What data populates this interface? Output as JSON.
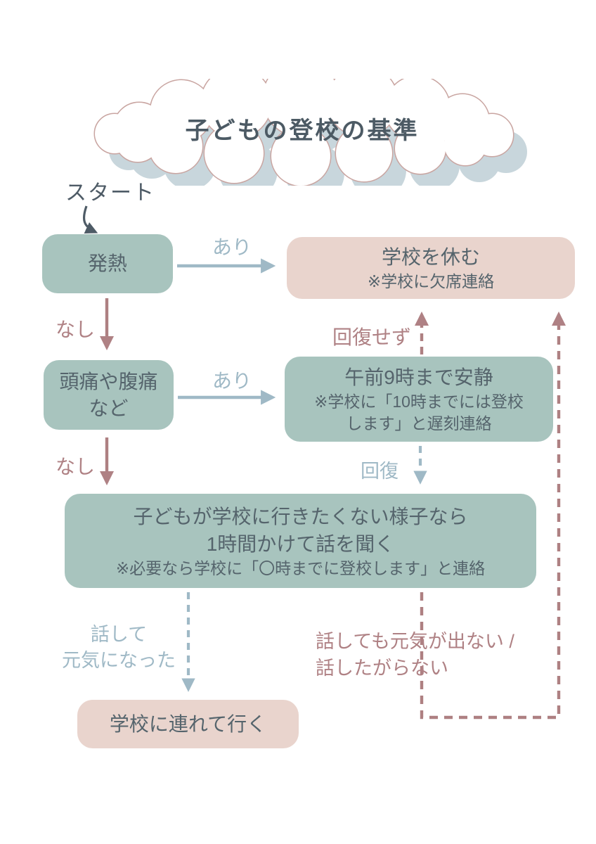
{
  "title": "子どもの登校の基準",
  "start_label": "スタート",
  "nodes": {
    "fever": {
      "label": "発熱"
    },
    "headache": {
      "line1": "頭痛や腹痛",
      "line2": "など"
    },
    "skip_school": {
      "title": "学校を休む",
      "note": "※学校に欠席連絡"
    },
    "rest_quiet": {
      "title": "午前9時まで安静",
      "note1": "※学校に「10時までには登校",
      "note2": "します」と遅刻連絡"
    },
    "talk": {
      "line1": "子どもが学校に行きたくない様子なら",
      "line2": "1時間かけて話を聞く",
      "note": "※必要なら学校に「〇時までに登校します」と連絡"
    },
    "take_to_school": {
      "label": "学校に連れて行く"
    }
  },
  "edge_labels": {
    "yes1": "あり",
    "yes2": "あり",
    "no1": "なし",
    "no2": "なし",
    "not_recovered": "回復せず",
    "recovered": "回復",
    "cheered_line1": "話して",
    "cheered_line2": "元気になった",
    "not_cheered_line1": "話しても元気が出ない /",
    "not_cheered_line2": "話したがらない"
  },
  "colors": {
    "teal_box": "#a8c4be",
    "pink_box": "#e9d4cd",
    "box_text": "#55646c",
    "rose_accent": "#af8184",
    "blue_accent": "#9fb9c6",
    "cloud_outline": "#c9a5a1",
    "cloud_shadow": "#c8d6dc",
    "title_text": "#4c5a64"
  }
}
